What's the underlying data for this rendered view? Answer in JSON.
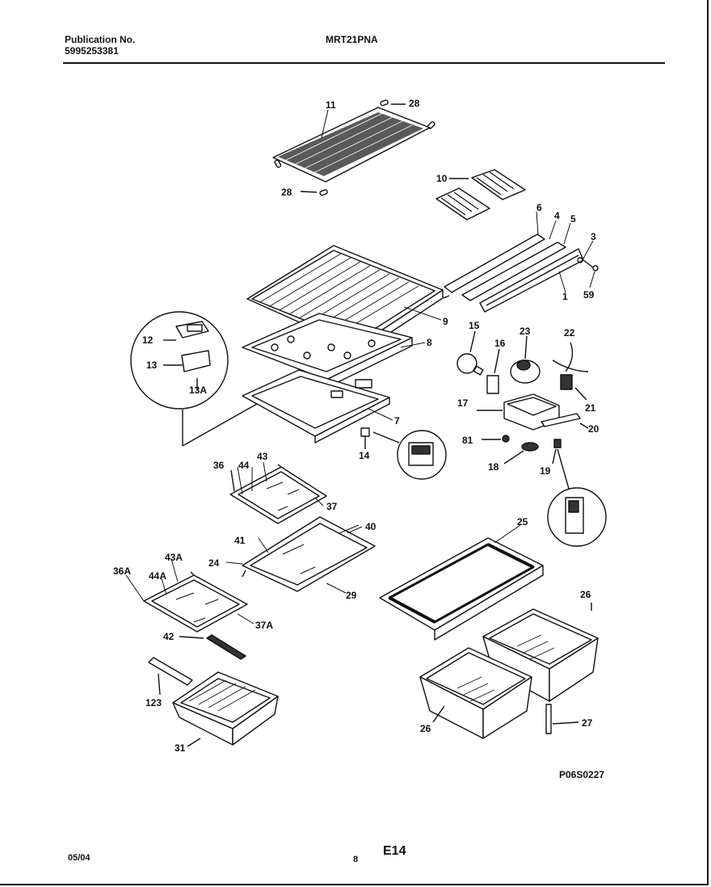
{
  "header": {
    "publication_label": "Publication No.",
    "publication_number": "5995253381",
    "model": "MRT21PNA"
  },
  "footer": {
    "date": "05/04",
    "page_number": "8",
    "section": "E14",
    "figure_code": "P06S0227"
  },
  "callouts": {
    "c1": "1",
    "c3": "3",
    "c4": "4",
    "c5": "5",
    "c6": "6",
    "c7": "7",
    "c8": "8",
    "c9": "9",
    "c10": "10",
    "c11": "11",
    "c12": "12",
    "c13": "13",
    "c13a": "13A",
    "c14": "14",
    "c15": "15",
    "c16": "16",
    "c17": "17",
    "c18": "18",
    "c19": "19",
    "c20": "20",
    "c21": "21",
    "c22": "22",
    "c23": "23",
    "c24": "24",
    "c25": "25",
    "c26a": "26",
    "c26b": "26",
    "c27": "27",
    "c28a": "28",
    "c28b": "28",
    "c29": "29",
    "c31": "31",
    "c36": "36",
    "c36a": "36A",
    "c37": "37",
    "c37a": "37A",
    "c40": "40",
    "c41": "41",
    "c42": "42",
    "c43": "43",
    "c43a": "43A",
    "c44": "44",
    "c44a": "44A",
    "c59": "59",
    "c81": "81",
    "c123": "123"
  }
}
